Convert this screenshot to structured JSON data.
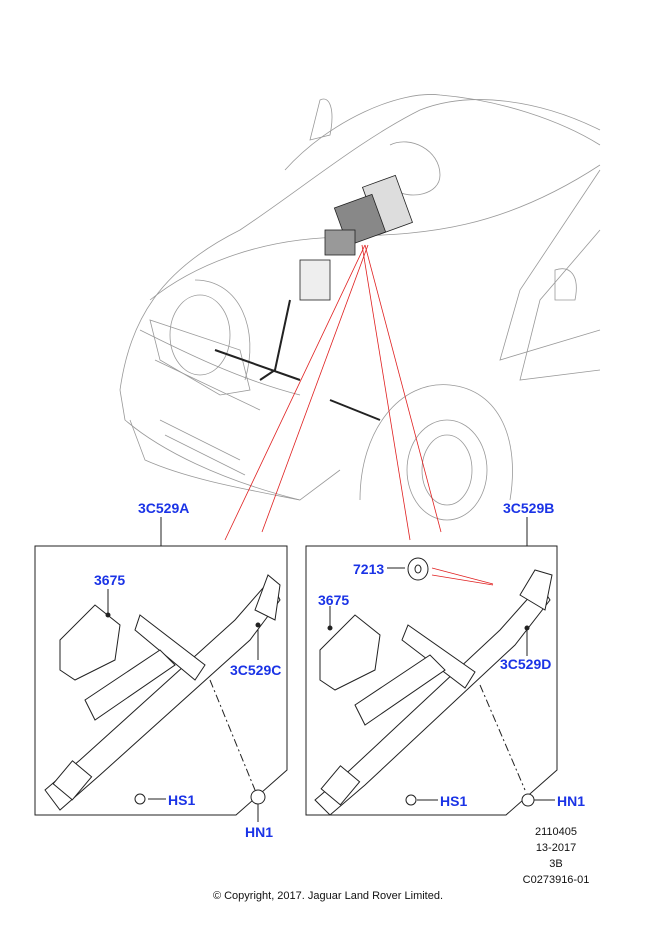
{
  "callouts": {
    "assembly_a": "3C529A",
    "assembly_b": "3C529B",
    "module_left": "3675",
    "module_right": "3675",
    "column_left": "3C529C",
    "column_right": "3C529D",
    "cap": "7213",
    "screw_left": "HS1",
    "nut_left": "HN1",
    "screw_right": "HS1",
    "nut_right": "HN1"
  },
  "meta": {
    "ref": "2110405",
    "date": "13-2017",
    "code": "3B",
    "illustration_id": "C0273916-01"
  },
  "copyright": "© Copyright, 2017. Jaguar Land Rover Limited.",
  "colors": {
    "callout": "#1a33e6",
    "leader": "#e02020",
    "line": "#222222"
  }
}
